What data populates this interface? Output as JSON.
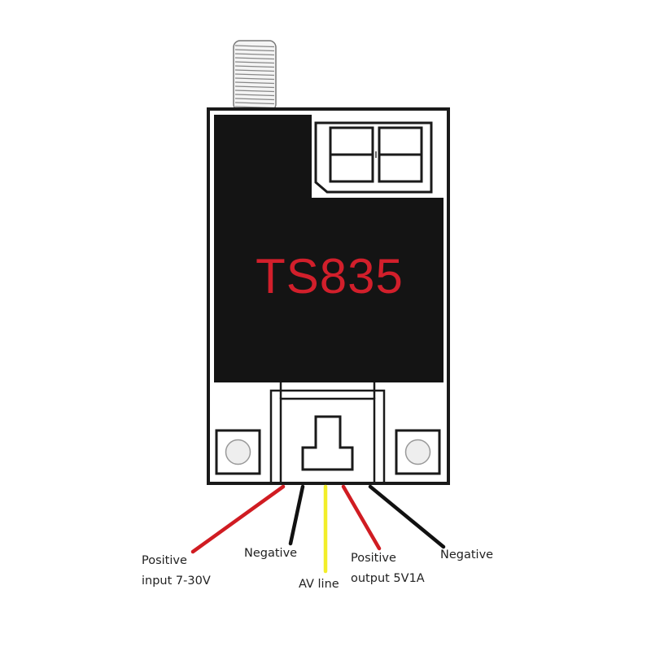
{
  "module": {
    "model": "TS835"
  },
  "wires": [
    {
      "label_lines": [
        "Positive",
        "input 7-30V"
      ],
      "color": "#d01c22"
    },
    {
      "label_lines": [
        "Negative"
      ],
      "color": "#111111"
    },
    {
      "label_lines": [
        "AV line"
      ],
      "color": "#f2ee2a"
    },
    {
      "label_lines": [
        "Positive",
        "output 5V1A"
      ],
      "color": "#d01c22"
    },
    {
      "label_lines": [
        "Negative"
      ],
      "color": "#111111"
    }
  ]
}
